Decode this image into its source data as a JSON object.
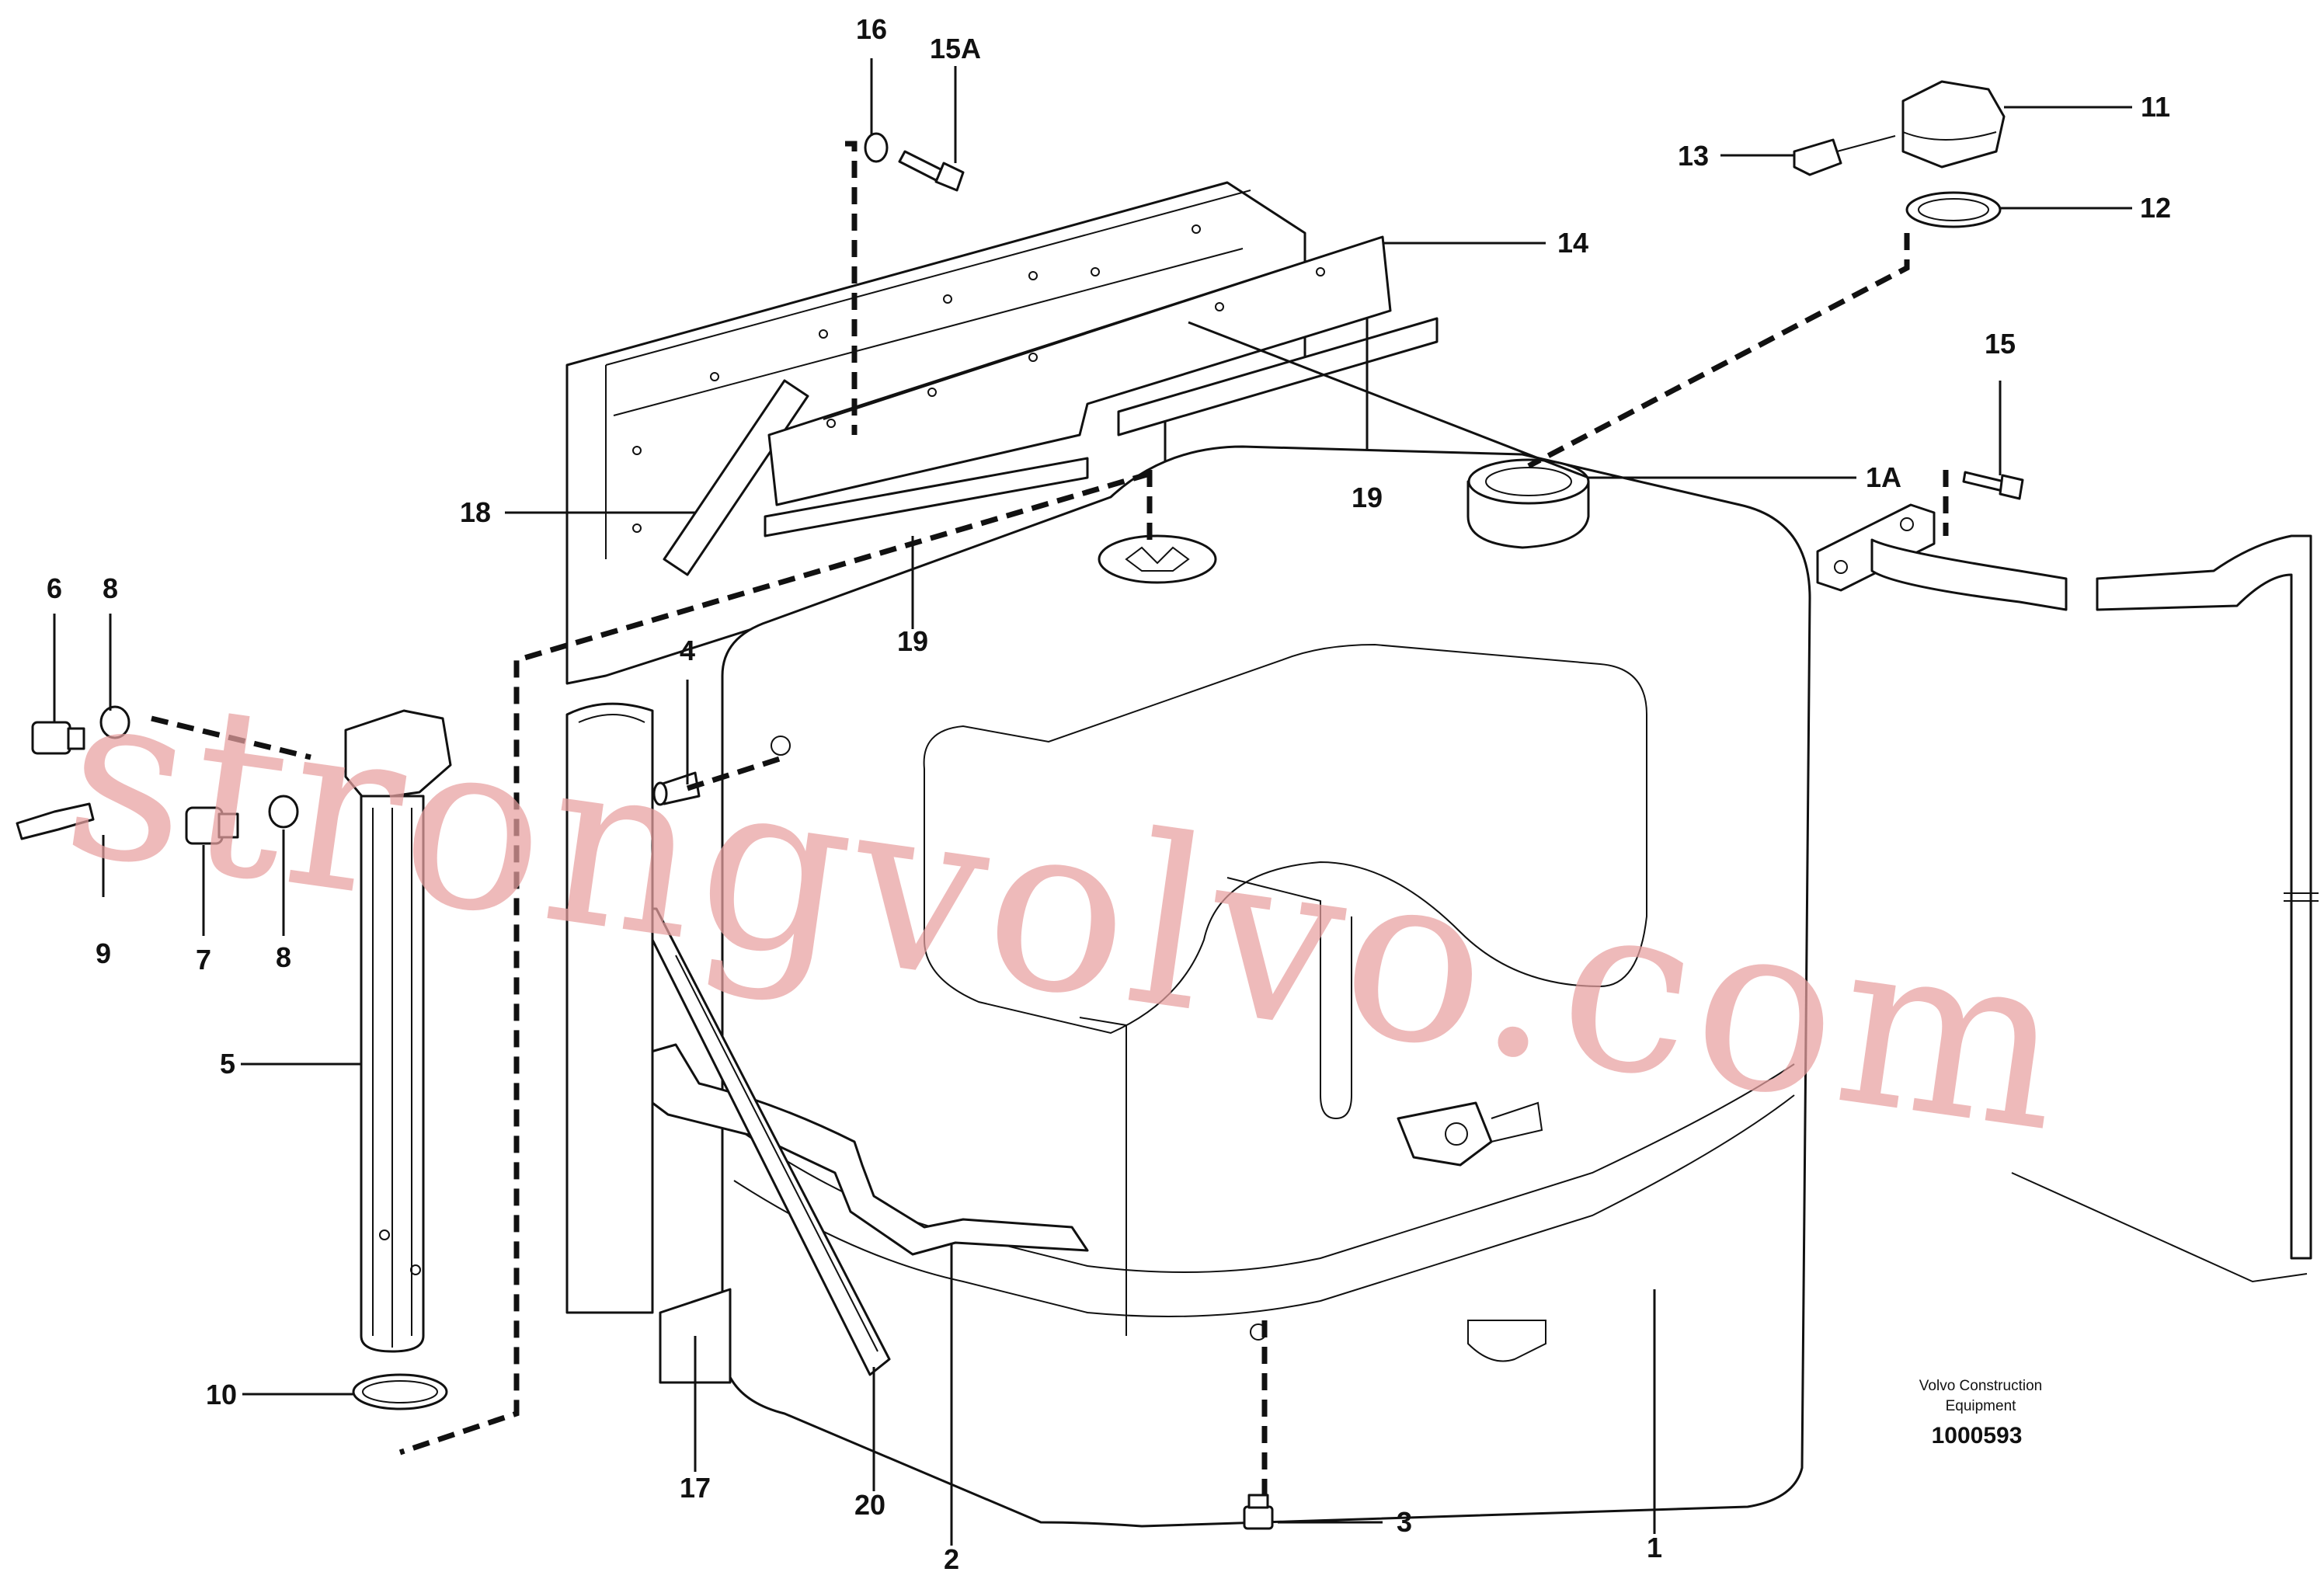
{
  "callouts": {
    "c1": "1",
    "c1a": "1A",
    "c2": "2",
    "c3": "3",
    "c4": "4",
    "c5": "5",
    "c6": "6",
    "c7": "7",
    "c8a": "8",
    "c8b": "8",
    "c9": "9",
    "c10": "10",
    "c11": "11",
    "c12": "12",
    "c13": "13",
    "c14": "14",
    "c15": "15",
    "c15a": "15A",
    "c16": "16",
    "c17": "17",
    "c18": "18",
    "c19a": "19",
    "c19b": "19",
    "c20": "20"
  },
  "credit": {
    "line1": "Volvo Construction",
    "line2": "Equipment",
    "code": "1000593"
  },
  "watermark": "strongvolvo.com"
}
